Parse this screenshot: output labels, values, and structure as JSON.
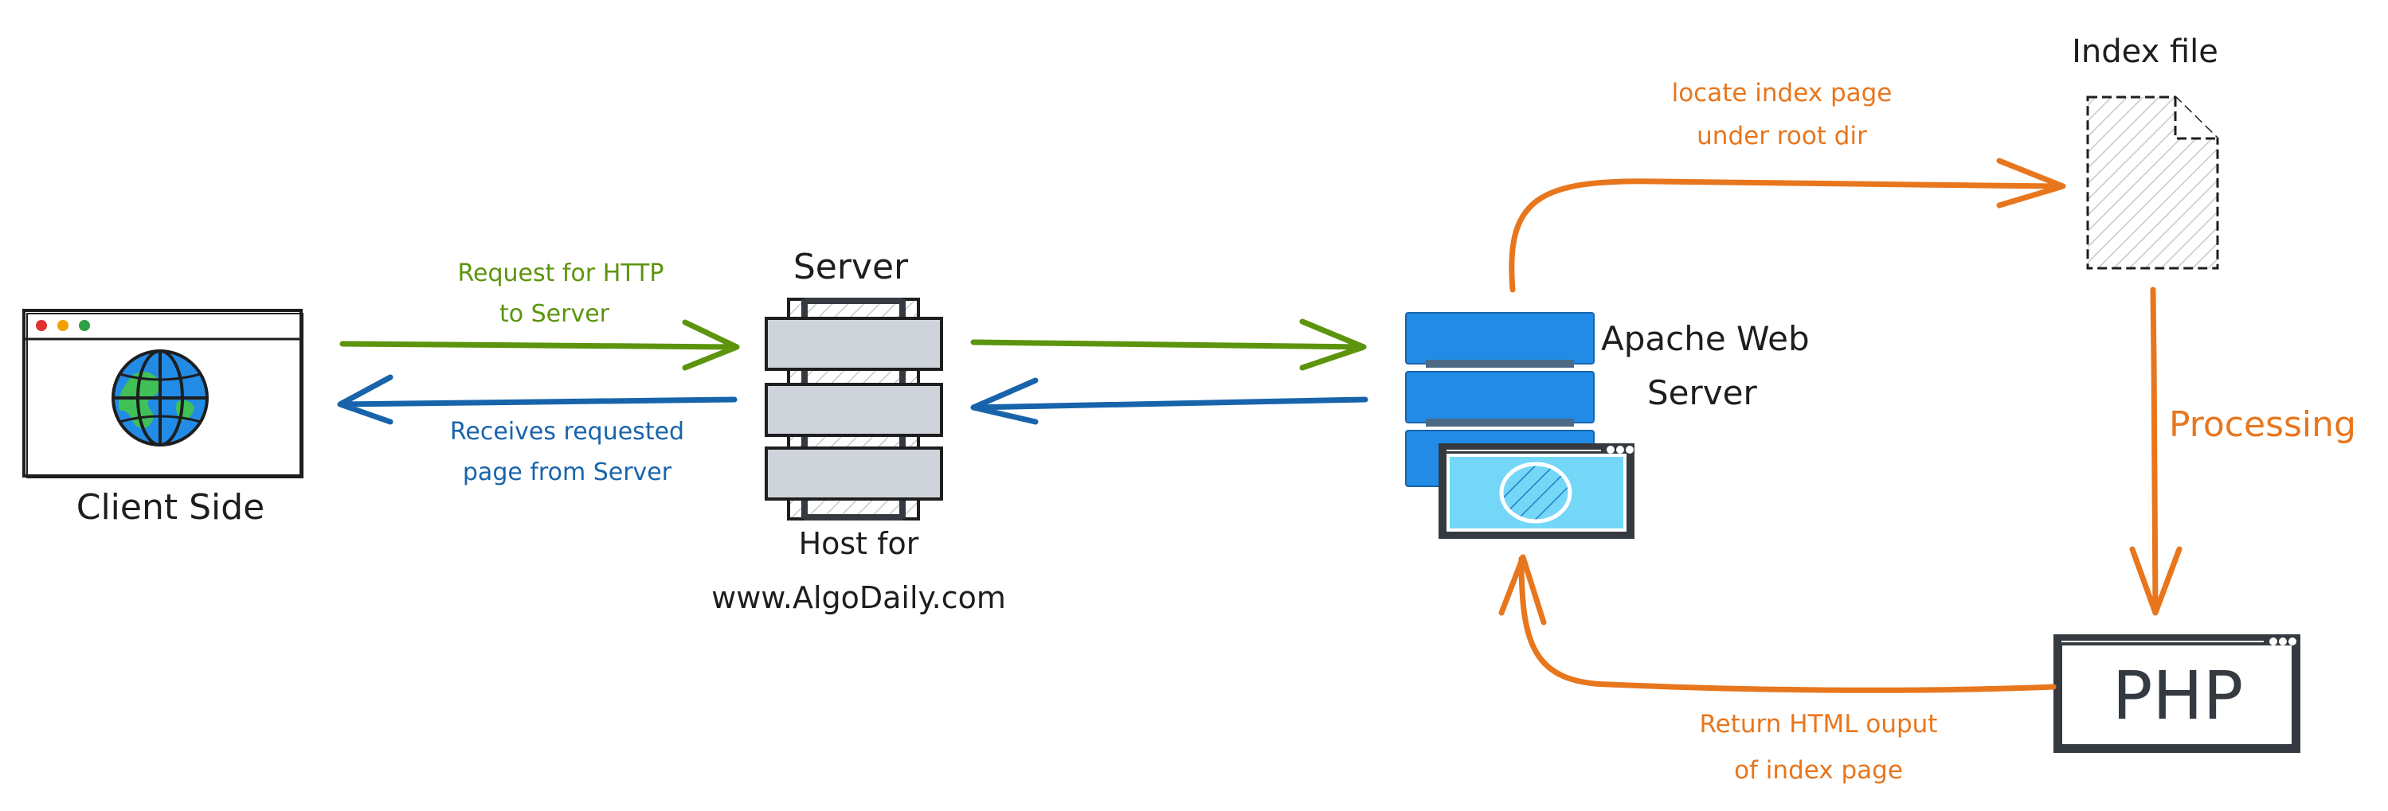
{
  "colors": {
    "green": "#5c940d",
    "blue": "#1864ab",
    "orange": "#e8761d",
    "server_blue": "#228be6",
    "screen_cyan": "#74d7f7",
    "frame_dark": "#343a40",
    "rack_gray": "#ced4da",
    "black": "#1e1e1e",
    "globe_green": "#40c057",
    "dot_red": "#e03131",
    "dot_yellow": "#f59f00",
    "dot_green": "#2f9e44"
  },
  "nodes": {
    "client": {
      "label": "Client Side",
      "icon": "browser-globe-icon"
    },
    "server": {
      "title": "Server",
      "caption_line1": "Host for",
      "caption_line2": "www.AlgoDaily.com",
      "icon": "server-rack-icon"
    },
    "apache": {
      "label_line1": "Apache Web",
      "label_line2": "Server",
      "icon": "apache-server-icon"
    },
    "index": {
      "label": "Index file",
      "icon": "document-icon"
    },
    "php": {
      "label": "PHP",
      "icon": "php-window-icon"
    }
  },
  "edges": {
    "request": {
      "line1": "Request for HTTP",
      "line2": "to Server",
      "color": "green"
    },
    "receive": {
      "line1": "Receives requested",
      "line2": "page from Server",
      "color": "blue"
    },
    "locate": {
      "line1": "locate index page",
      "line2": "under root dir",
      "color": "orange"
    },
    "processing": {
      "label": "Processing",
      "color": "orange"
    },
    "return": {
      "line1": "Return HTML ouput",
      "line2": "of index page",
      "color": "orange"
    }
  }
}
